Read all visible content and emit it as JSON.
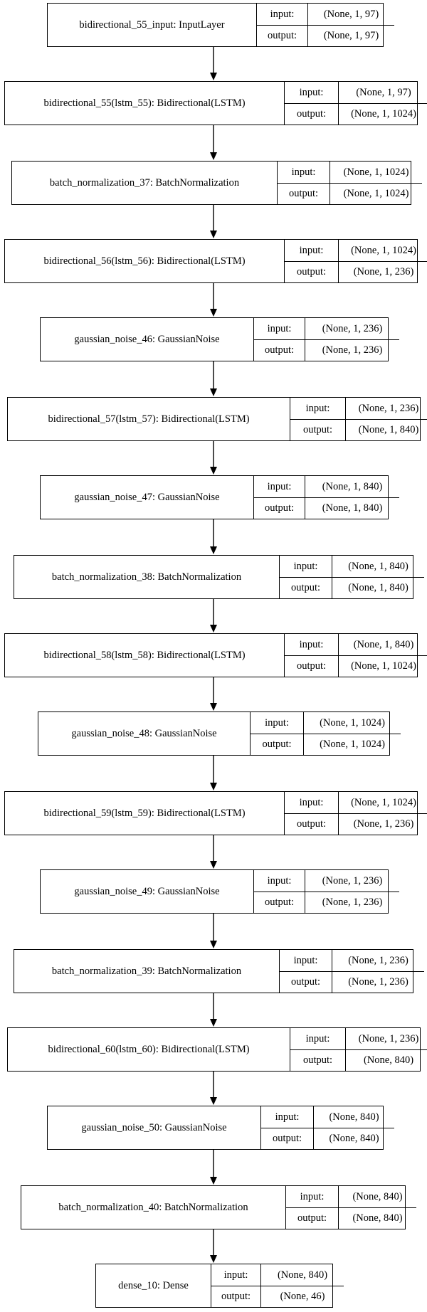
{
  "nodes": [
    {
      "name": "bidirectional_55_input: InputLayer",
      "input_label": "input:",
      "output_label": "output:",
      "input_shape": "(None, 1, 97)",
      "output_shape": "(None, 1, 97)"
    },
    {
      "name": "bidirectional_55(lstm_55): Bidirectional(LSTM)",
      "input_label": "input:",
      "output_label": "output:",
      "input_shape": "(None, 1, 97)",
      "output_shape": "(None, 1, 1024)"
    },
    {
      "name": "batch_normalization_37: BatchNormalization",
      "input_label": "input:",
      "output_label": "output:",
      "input_shape": "(None, 1, 1024)",
      "output_shape": "(None, 1, 1024)"
    },
    {
      "name": "bidirectional_56(lstm_56): Bidirectional(LSTM)",
      "input_label": "input:",
      "output_label": "output:",
      "input_shape": "(None, 1, 1024)",
      "output_shape": "(None, 1, 236)"
    },
    {
      "name": "gaussian_noise_46: GaussianNoise",
      "input_label": "input:",
      "output_label": "output:",
      "input_shape": "(None, 1, 236)",
      "output_shape": "(None, 1, 236)"
    },
    {
      "name": "bidirectional_57(lstm_57): Bidirectional(LSTM)",
      "input_label": "input:",
      "output_label": "output:",
      "input_shape": "(None, 1, 236)",
      "output_shape": "(None, 1, 840)"
    },
    {
      "name": "gaussian_noise_47: GaussianNoise",
      "input_label": "input:",
      "output_label": "output:",
      "input_shape": "(None, 1, 840)",
      "output_shape": "(None, 1, 840)"
    },
    {
      "name": "batch_normalization_38: BatchNormalization",
      "input_label": "input:",
      "output_label": "output:",
      "input_shape": "(None, 1, 840)",
      "output_shape": "(None, 1, 840)"
    },
    {
      "name": "bidirectional_58(lstm_58): Bidirectional(LSTM)",
      "input_label": "input:",
      "output_label": "output:",
      "input_shape": "(None, 1, 840)",
      "output_shape": "(None, 1, 1024)"
    },
    {
      "name": "gaussian_noise_48: GaussianNoise",
      "input_label": "input:",
      "output_label": "output:",
      "input_shape": "(None, 1, 1024)",
      "output_shape": "(None, 1, 1024)"
    },
    {
      "name": "bidirectional_59(lstm_59): Bidirectional(LSTM)",
      "input_label": "input:",
      "output_label": "output:",
      "input_shape": "(None, 1, 1024)",
      "output_shape": "(None, 1, 236)"
    },
    {
      "name": "gaussian_noise_49: GaussianNoise",
      "input_label": "input:",
      "output_label": "output:",
      "input_shape": "(None, 1, 236)",
      "output_shape": "(None, 1, 236)"
    },
    {
      "name": "batch_normalization_39: BatchNormalization",
      "input_label": "input:",
      "output_label": "output:",
      "input_shape": "(None, 1, 236)",
      "output_shape": "(None, 1, 236)"
    },
    {
      "name": "bidirectional_60(lstm_60): Bidirectional(LSTM)",
      "input_label": "input:",
      "output_label": "output:",
      "input_shape": "(None, 1, 236)",
      "output_shape": "(None, 840)"
    },
    {
      "name": "gaussian_noise_50: GaussianNoise",
      "input_label": "input:",
      "output_label": "output:",
      "input_shape": "(None, 840)",
      "output_shape": "(None, 840)"
    },
    {
      "name": "batch_normalization_40: BatchNormalization",
      "input_label": "input:",
      "output_label": "output:",
      "input_shape": "(None, 840)",
      "output_shape": "(None, 840)"
    },
    {
      "name": "dense_10: Dense",
      "input_label": "input:",
      "output_label": "output:",
      "input_shape": "(None, 840)",
      "output_shape": "(None, 46)"
    }
  ]
}
